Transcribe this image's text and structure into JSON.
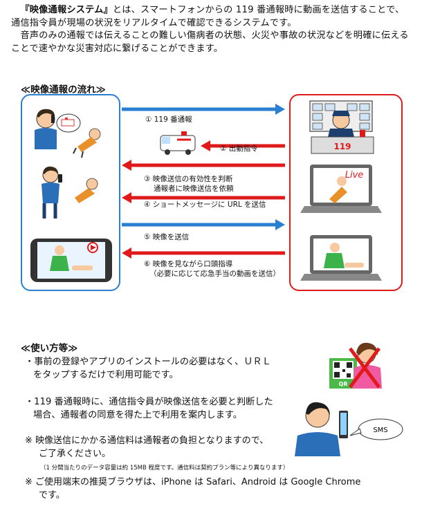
{
  "intro": {
    "p1_lead": "『映像通報システム』",
    "p1_rest": "とは、スマートフォンからの 119 番通報時に動画を送信することで、通信指令員が現場の状況をリアルタイムで確認できるシステムです。",
    "p2": "音声のみの通報では伝えることの難しい傷病者の状態、火災や事故の状況などを明確に伝えることで速やかな災害対応に繋げることができます。"
  },
  "flow": {
    "title": "≪映像通報の流れ≫",
    "steps": [
      {
        "label": "① 119 番通報",
        "direction": "right",
        "color": "#2a7fd0"
      },
      {
        "label": "② 出動指令",
        "direction": "left",
        "color": "#e01a1a"
      },
      {
        "label": "③ 映像送信の有効性を判断",
        "sub": "通報者に映像送信を依頼",
        "direction": "left",
        "color": "#e01a1a"
      },
      {
        "label": "④ ショートメッセージに URL を送信",
        "direction": "left",
        "color": "#e01a1a"
      },
      {
        "label": "⑤ 映像を送信",
        "direction": "right",
        "color": "#2a7fd0"
      },
      {
        "label": "⑥ 映像を見ながら口頭指導",
        "sub": "（必要に応じて応急手当の動画を送信）",
        "direction": "left",
        "color": "#e01a1a"
      }
    ],
    "badge_119": "119",
    "live_label": "Live"
  },
  "usage": {
    "title": "≪使い方等≫",
    "bullets": [
      {
        "line1": "・事前の登録やアプリのインストールの必要はなく、ＵＲＬ",
        "line2": "をタップするだけで利用可能です。"
      },
      {
        "line1": "・119 番通報時に、通信指令員が映像送信を必要と判断した",
        "line2": "場合、通報者の同意を得た上で利用を案内します。"
      }
    ],
    "notes": [
      {
        "line1": "※ 映像送信にかかる通信料は通報者の負担となりますので、",
        "line2": "ご了承ください。"
      },
      {
        "line1": "※ ご使用端末の推奨ブラウザは、iPhone は Safari、Android は Google Chrome",
        "line2": "です。"
      }
    ],
    "data_note": "（1 分間当たりのデータ容量は約 15MB 程度です。通信料は契約プラン等により異なります）",
    "sms_label": "SMS",
    "qr_label": "QR"
  }
}
